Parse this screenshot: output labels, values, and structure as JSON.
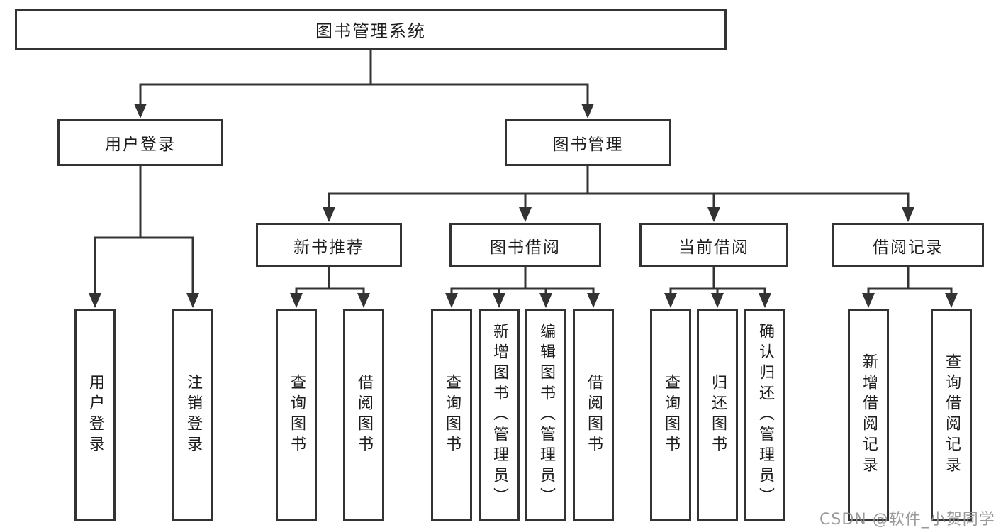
{
  "colors": {
    "line": "#333333",
    "box_border": "#333333",
    "text": "#1d1d1f",
    "background": "#ffffff",
    "watermark": "#919191"
  },
  "watermark": {
    "text": "CSDN @软件_小贺同学"
  },
  "tree": {
    "label": "图书管理系统",
    "children": [
      {
        "label": "用户登录",
        "children": [
          {
            "label": "用户登录"
          },
          {
            "label": "注销登录"
          }
        ]
      },
      {
        "label": "图书管理",
        "children": [
          {
            "label": "新书推荐",
            "children": [
              {
                "label": "查询图书"
              },
              {
                "label": "借阅图书"
              }
            ]
          },
          {
            "label": "图书借阅",
            "children": [
              {
                "label": "查询图书"
              },
              {
                "label": "新增图书（管理员）"
              },
              {
                "label": "编辑图书（管理员）"
              },
              {
                "label": "借阅图书"
              }
            ]
          },
          {
            "label": "当前借阅",
            "children": [
              {
                "label": "查询图书"
              },
              {
                "label": "归还图书"
              },
              {
                "label": "确认归还（管理员）"
              }
            ]
          },
          {
            "label": "借阅记录",
            "children": [
              {
                "label": "新增借阅记录"
              },
              {
                "label": "查询借阅记录"
              }
            ]
          }
        ]
      }
    ]
  }
}
